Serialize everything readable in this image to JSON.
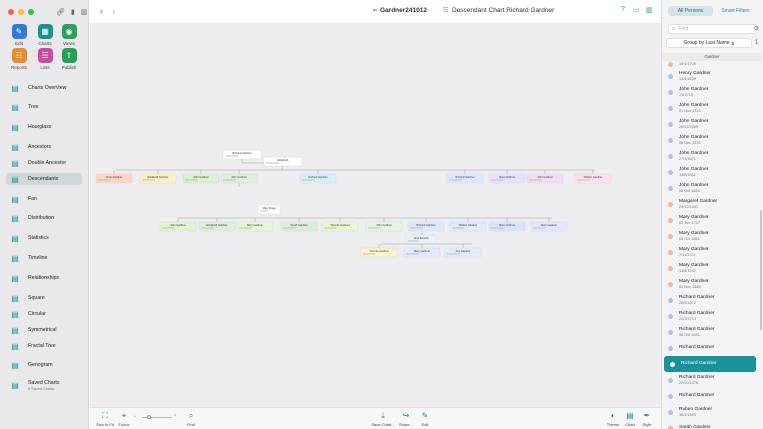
{
  "window": {
    "document_title": "Gardner241012",
    "chart_title": "Descendant Chart Richard Gardner"
  },
  "colors": {
    "accent": "#1a929c",
    "light_red": "#fe5f57",
    "light_yellow": "#febc2e",
    "light_green": "#28c840"
  },
  "quick_actions": [
    {
      "label": "Edit",
      "icon": "pencil-icon",
      "color": "#2f7bd6"
    },
    {
      "label": "Charts",
      "icon": "charts-icon",
      "color": "#16938f"
    },
    {
      "label": "Views",
      "icon": "eye-icon",
      "color": "#27a35a"
    },
    {
      "label": "Reports",
      "icon": "reports-icon",
      "color": "#e98a2c"
    },
    {
      "label": "Lists",
      "icon": "lists-icon",
      "color": "#c84aa5"
    },
    {
      "label": "Publish",
      "icon": "publish-icon",
      "color": "#26a058"
    }
  ],
  "nav": [
    {
      "label": "Charts Overview",
      "icon": "overview-icon"
    },
    {
      "label": "Tree",
      "icon": "tree-icon"
    },
    {
      "label": "Hourglass",
      "icon": "hourglass-icon"
    },
    {
      "label": "Ancestors",
      "icon": "ancestors-icon"
    },
    {
      "label": "Double Ancestor",
      "icon": "double-ancestor-icon"
    },
    {
      "label": "Descendants",
      "icon": "descendants-icon",
      "active": true
    },
    {
      "label": "Fan",
      "icon": "fan-icon"
    },
    {
      "label": "Distribution",
      "icon": "distribution-icon"
    },
    {
      "label": "Statistics",
      "icon": "statistics-icon"
    },
    {
      "label": "Timeline",
      "icon": "timeline-icon"
    },
    {
      "label": "Relationships",
      "icon": "relationships-icon"
    },
    {
      "label": "Square",
      "icon": "square-icon"
    },
    {
      "label": "Circular",
      "icon": "circular-icon"
    },
    {
      "label": "Symmetrical",
      "icon": "symmetrical-icon"
    },
    {
      "label": "Fractal Tree",
      "icon": "fractal-tree-icon"
    },
    {
      "label": "Genogram",
      "icon": "genogram-icon"
    },
    {
      "label": "Saved Charts",
      "sub": "0 Saved Charts",
      "icon": "saved-charts-icon"
    }
  ],
  "bottom_toolbar": {
    "size_to_fit": "Size to Fit",
    "focus": "Focus",
    "find": "Find",
    "save_chart": "Save Chart...",
    "share": "Share...",
    "edit": "Edit",
    "theme": "Theme",
    "chart": "Chart",
    "style": "Style"
  },
  "chart_persons": {
    "root": "Richard Gardner",
    "spouse": "Elizabeth",
    "gen1": [
      "Anne Gardner",
      "Elizabeth Gardner",
      "John Gardner",
      "John Gardner",
      "Richard Gardner",
      "Richard Gardner",
      "Mary Gardner",
      "John Gardner",
      "William Gardner"
    ],
    "gen2": [
      "Mary Rugg",
      "John Gardner",
      "Elizabeth Gardner",
      "Mary Gardner",
      "Sarah Gardner",
      "Thomas Gardner",
      "John Gardner",
      "Richard Gardner",
      "William Gardner",
      "Mary Gardner",
      "John Gardner"
    ],
    "gen3": [
      "Jane Kenrick"
    ],
    "gen4": [
      "Thomas Gardner",
      "Mary Gardner",
      "Ann Gardner"
    ]
  },
  "right_panel": {
    "tabs": [
      "All Persons",
      "Smart Filters"
    ],
    "find_placeholder": "Find",
    "group_by": "Group by Last Name",
    "list_header": "Gardner",
    "persons": [
      {
        "name": "",
        "date": "16/4/1708",
        "color": "#f2b49b"
      },
      {
        "name": "Henry Gardner",
        "date": "13/4/1639",
        "color": "#a9c4ea"
      },
      {
        "name": "John Gardner",
        "date": "-/3/1715",
        "color": "#a9c4ea"
      },
      {
        "name": "John Gardner",
        "date": "01 Nov 1713",
        "color": "#a9c4ea"
      },
      {
        "name": "John Gardner",
        "date": "26/12/1689",
        "color": "#a9c4ea"
      },
      {
        "name": "John Gardner",
        "date": "08 Dec 1678",
        "color": "#a9c4ea"
      },
      {
        "name": "John Gardner",
        "date": "27/1/1671",
        "color": "#a9c4ea"
      },
      {
        "name": "John Gardner",
        "date": "14/8/1611",
        "color": "#a9c4ea"
      },
      {
        "name": "John Gardner",
        "date": "08 Oct 1654",
        "color": "#a9c4ea"
      },
      {
        "name": "Margaret Gardner",
        "date": "29/12/1631",
        "color": "#f2b49b"
      },
      {
        "name": "Mary Gardner",
        "date": "02 Jun 1737",
        "color": "#f2b49b"
      },
      {
        "name": "Mary Gardner",
        "date": "05 Oct 1661",
        "color": "#f2b49b"
      },
      {
        "name": "Mary Gardner",
        "date": "7/11/1721",
        "color": "#f2b49b"
      },
      {
        "name": "Mary Gardner",
        "date": "13/6/1742",
        "color": "#f2b49b"
      },
      {
        "name": "Mary Gardner",
        "date": "04 Nov 1645",
        "color": "#f2b49b"
      },
      {
        "name": "Richard Gardner",
        "date": "20/9/1672",
        "color": "#a9c4ea"
      },
      {
        "name": "Richard Gardner",
        "date": "21/1/1713",
        "color": "#a9c4ea"
      },
      {
        "name": "Richard Gardner",
        "date": "08 Oct 1641",
        "color": "#a9c4ea"
      },
      {
        "name": "Richard Gardner",
        "date": "",
        "color": "#a9c4ea"
      },
      {
        "name": "Richard Gardner",
        "date": "",
        "color": "#a9c4ea",
        "selected": true
      },
      {
        "name": "Richard Gardner",
        "date": "22/10/1676",
        "color": "#a9c4ea"
      },
      {
        "name": "Richard Gardner",
        "date": "",
        "color": "#a9c4ea"
      },
      {
        "name": "Ruben Gardner",
        "date": "16/2/1693",
        "color": "#a9c4ea"
      },
      {
        "name": "Sarah Gardner",
        "date": "",
        "color": "#f2b49b"
      }
    ]
  }
}
